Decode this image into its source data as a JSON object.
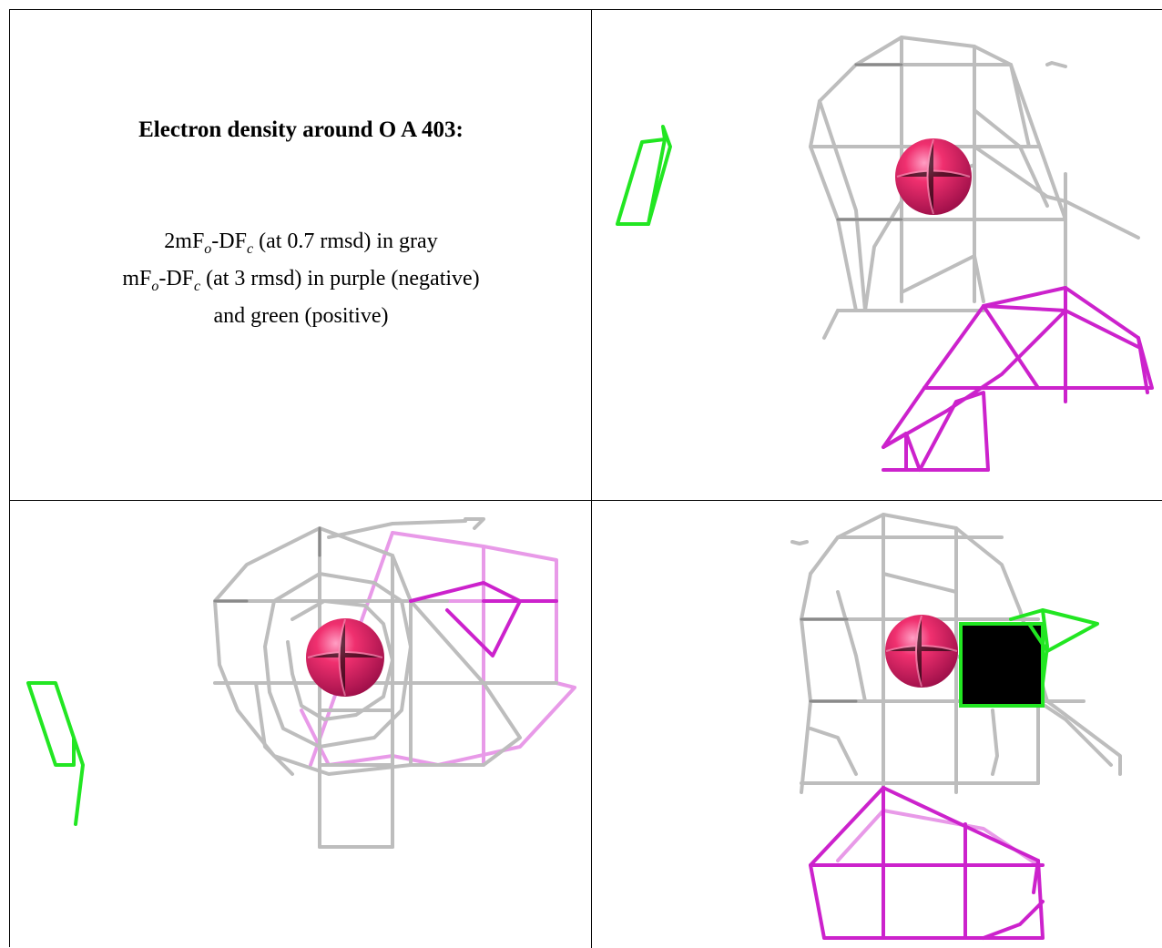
{
  "caption": {
    "title": "Electron density around O A 403:",
    "line1_pre": "2mF",
    "line1_sub1": "o",
    "line1_mid": "-DF",
    "line1_sub2": "c",
    "line1_post": " (at 0.7 rmsd) in gray",
    "line2_pre": "mF",
    "line2_sub1": "o",
    "line2_mid": "-DF",
    "line2_sub2": "c",
    "line2_post": " (at 3 rmsd) in purple (negative)",
    "line3": "and green (positive)"
  },
  "colors": {
    "gray_mesh": "#bdbdbd",
    "gray_mesh_dark": "#8a8a8a",
    "negative_mesh": "#cc22cc",
    "negative_mesh_light": "#e89ae8",
    "positive_mesh": "#22e622",
    "atom": "#e6226a",
    "border": "#000000"
  },
  "views": [
    {
      "name": "view-top-right",
      "atom": "O A 403"
    },
    {
      "name": "view-bottom-left",
      "atom": "O A 403"
    },
    {
      "name": "view-bottom-right",
      "atom": "O A 403"
    }
  ]
}
